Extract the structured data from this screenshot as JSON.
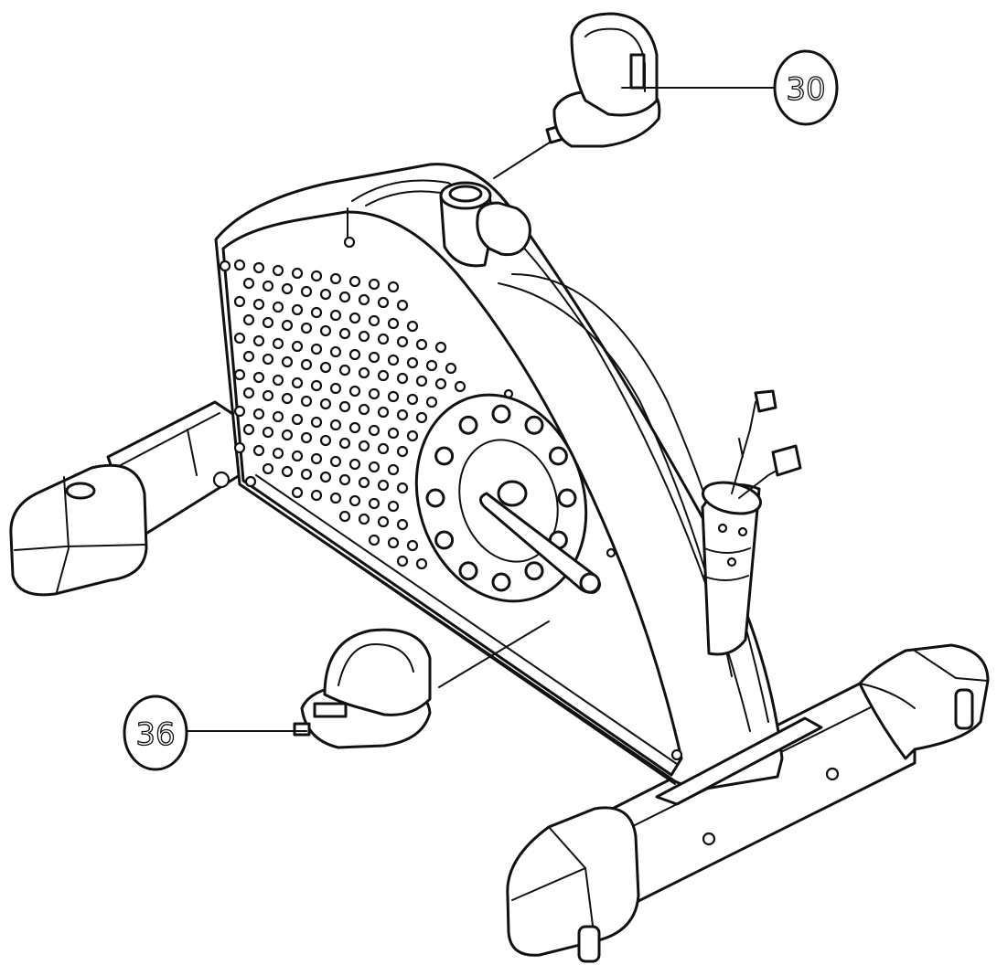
{
  "callouts": [
    {
      "id": "pedal-right",
      "number": "30"
    },
    {
      "id": "pedal-left",
      "number": "36"
    }
  ],
  "colors": {
    "line": "#111111",
    "background": "#ffffff"
  }
}
